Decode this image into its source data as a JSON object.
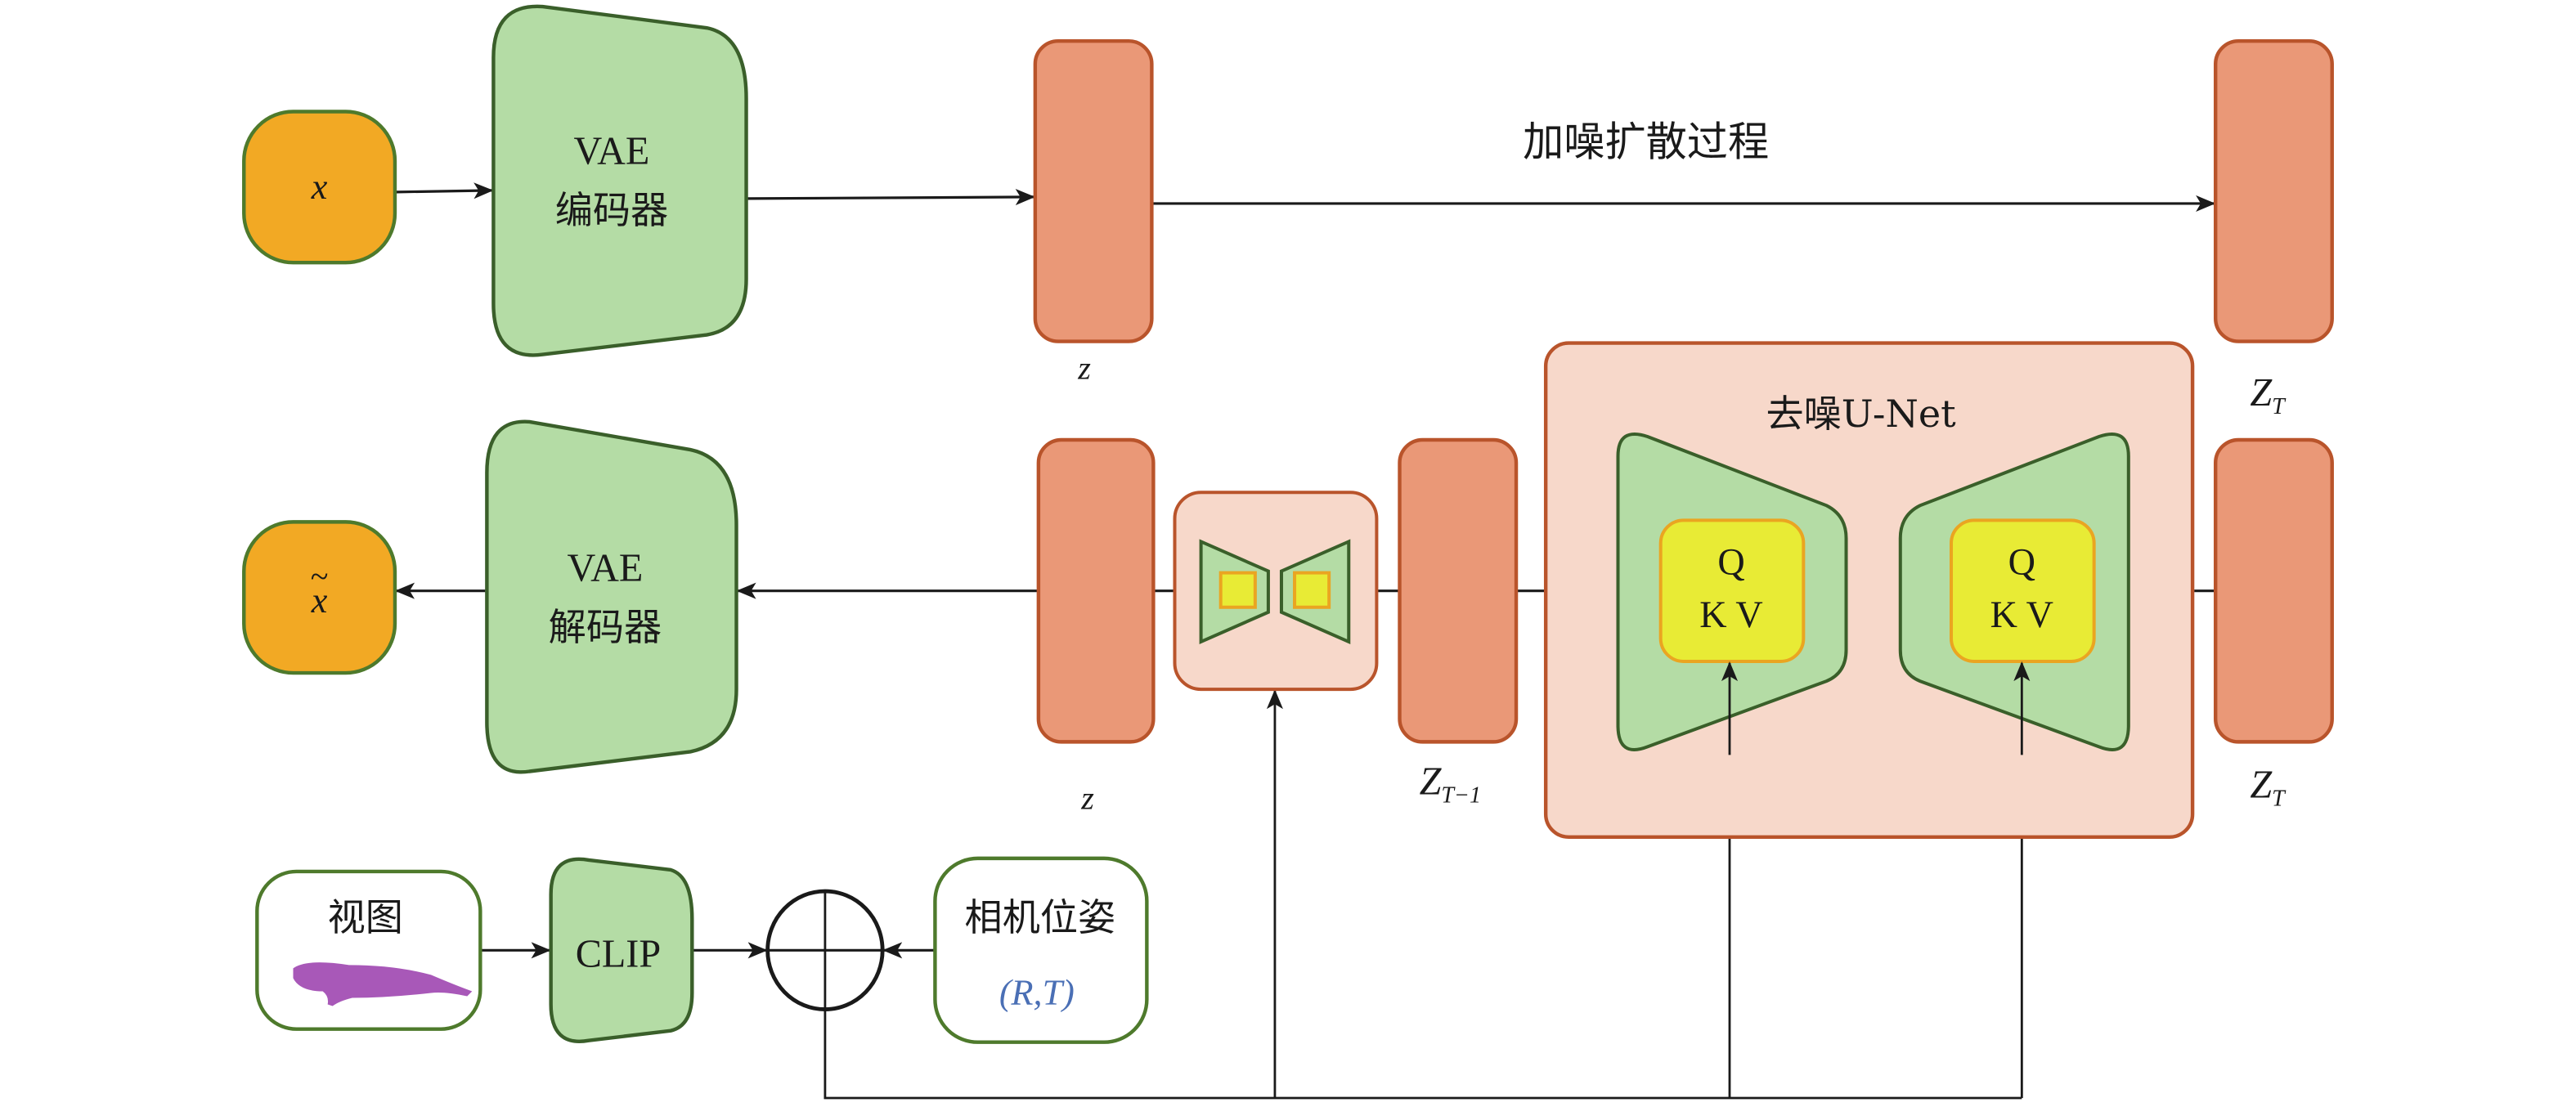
{
  "colors": {
    "input_fill": "#f2a924",
    "input_stroke": "#4e7a2c",
    "vae_fill": "#b4dca5",
    "vae_stroke": "#3a5f2a",
    "latent_fill": "#ea9877",
    "latent_stroke": "#b9542b",
    "unet_bg_fill": "#f7d8ca",
    "unet_bg_stroke": "#b9542b",
    "attn_fill": "#e8eb35",
    "attn_stroke": "#eaa521",
    "pose_text": "#4a6fb5",
    "arrow": "#1a1a1a"
  },
  "top_row": {
    "input_label": "x",
    "encoder_line1": "VAE",
    "encoder_line2": "编码器",
    "latent_label": "z",
    "process_label": "加噪扩散过程",
    "noisy_latent_label_main": "Z",
    "noisy_latent_label_sub": "T"
  },
  "bottom_row": {
    "output_label": "x",
    "output_accent": "~",
    "decoder_line1": "VAE",
    "decoder_line2": "解码器",
    "latent_label": "z",
    "prev_latent_label_main": "Z",
    "prev_latent_label_sub": "T−1",
    "unet_title": "去噪U-Net",
    "attn_blocks": [
      {
        "line1": "Q",
        "line2": "K V"
      },
      {
        "line1": "Q",
        "line2": "K V"
      }
    ],
    "noisy_latent_label_main": "Z",
    "noisy_latent_label_sub": "T"
  },
  "conditioning": {
    "view_label": "视图",
    "clip_label": "CLIP",
    "combine_symbol": "concat-circle",
    "pose_label": "相机位姿",
    "pose_formula": "(R,T)"
  }
}
